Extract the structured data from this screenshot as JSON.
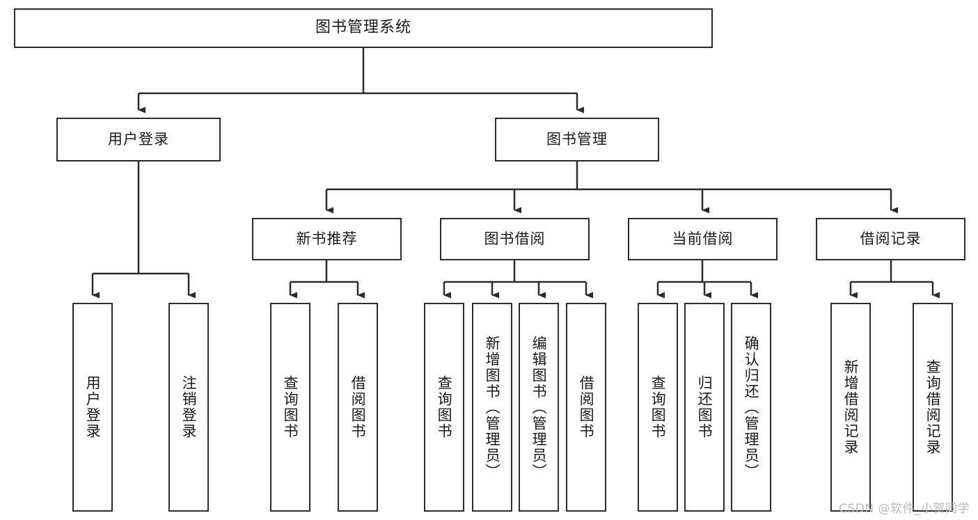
{
  "diagram": {
    "type": "tree-hierarchy",
    "title": "图书管理系统",
    "root": {
      "label": "图书管理系统"
    },
    "level2": [
      {
        "label": "用户登录"
      },
      {
        "label": "图书管理"
      }
    ],
    "level3": [
      {
        "label": "新书推荐"
      },
      {
        "label": "图书借阅"
      },
      {
        "label": "当前借阅"
      },
      {
        "label": "借阅记录"
      }
    ],
    "leaves": {
      "user_login": [
        {
          "label": "用户登录"
        },
        {
          "label": "注销登录"
        }
      ],
      "new_book_recommend": [
        {
          "label": "查询图书"
        },
        {
          "label": "借阅图书"
        }
      ],
      "book_borrow": [
        {
          "label": "查询图书"
        },
        {
          "label": "新增图书（管理员）"
        },
        {
          "label": "编辑图书（管理员）"
        },
        {
          "label": "借阅图书"
        }
      ],
      "current_borrow": [
        {
          "label": "查询图书"
        },
        {
          "label": "归还图书"
        },
        {
          "label": "确认归还（管理员）"
        }
      ],
      "borrow_record": [
        {
          "label": "新增借阅记录"
        },
        {
          "label": "查询借阅记录"
        }
      ]
    },
    "watermark": "CSDN @软件_小贺同学",
    "colors": {
      "stroke": "#2b2b2b",
      "fill": "#ffffff",
      "text": "#1a1a1a",
      "watermark": "#b9b9b9"
    }
  }
}
